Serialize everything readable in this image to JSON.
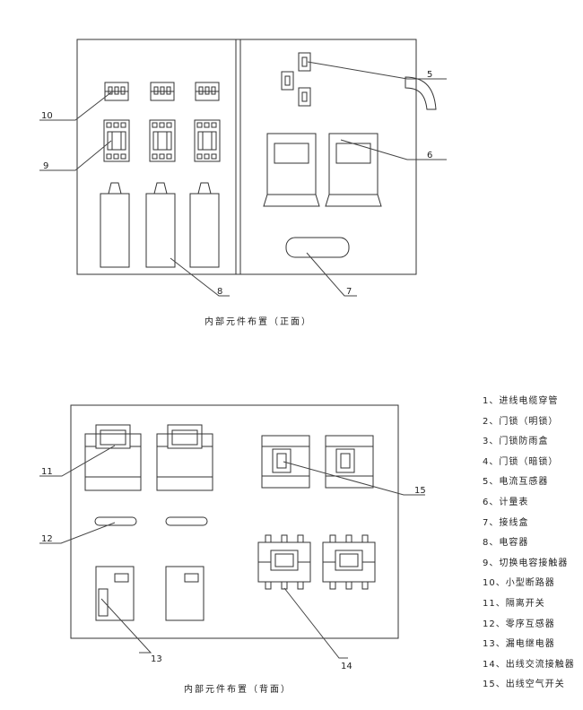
{
  "captions": {
    "front": "内部元件布置（正面）",
    "back": "内部元件布置（背面）"
  },
  "callouts": {
    "n5": "5",
    "n6": "6",
    "n7": "7",
    "n8": "8",
    "n9": "9",
    "n10": "10",
    "n11": "11",
    "n12": "12",
    "n13": "13",
    "n14": "14",
    "n15": "15"
  },
  "legend": [
    "1、进线电缆穿管",
    "2、门锁（明锁）",
    "3、门锁防雨盒",
    "4、门锁（暗锁）",
    "5、电流互感器",
    "6、计量表",
    "7、接线盒",
    "8、电容器",
    "9、切换电容接触器",
    "10、小型断路器",
    "11、隔离开关",
    "12、零序互感器",
    "13、漏电继电器",
    "14、出线交流接触器",
    "15、出线空气开关"
  ]
}
